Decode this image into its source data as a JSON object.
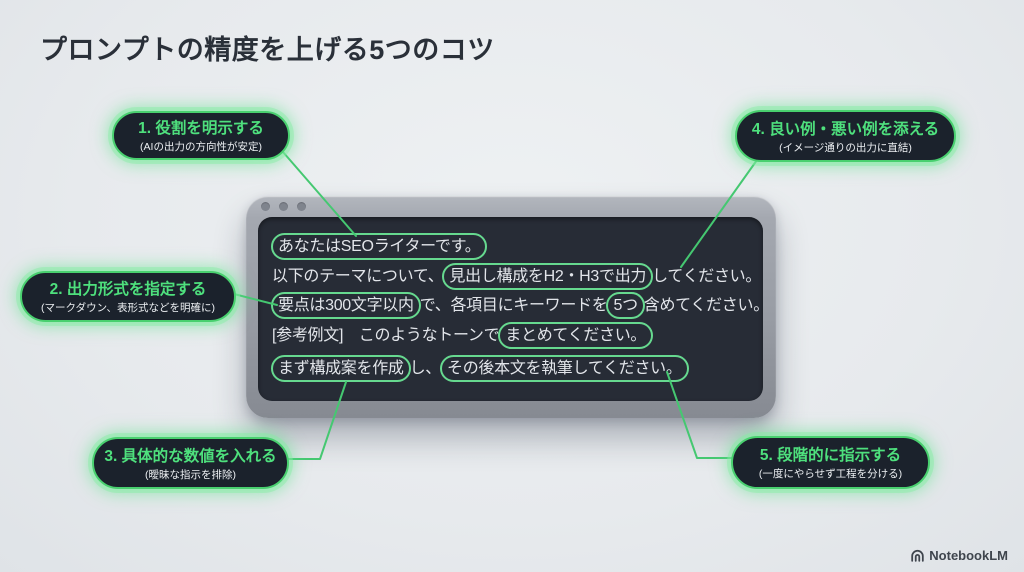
{
  "page": {
    "title": "プロンプトの精度を上げる5つのコツ"
  },
  "colors": {
    "background": "#e8ebee",
    "accent_green": "#4ee07d",
    "connector_green": "#45c871",
    "oval_stroke_green": "#66d98f",
    "bubble_background": "#1b222c",
    "terminal_panel": "#272c36",
    "terminal_text": "#e2e5ea",
    "title_text": "#2a3039"
  },
  "icons": {
    "window_dots": "three-gray-window-dots",
    "brand_logo": "notebooklm-arc-logo"
  },
  "callouts": [
    {
      "title": "1. 役割を明示する",
      "subtitle": "(AIの出力の方向性が安定)"
    },
    {
      "title": "2. 出力形式を指定する",
      "subtitle": "(マークダウン、表形式などを明確に)"
    },
    {
      "title": "3. 具体的な数値を入れる",
      "subtitle": "(曖昧な指示を排除)"
    },
    {
      "title": "4. 良い例・悪い例を添える",
      "subtitle": "(イメージ通りの出力に直結)"
    },
    {
      "title": "5. 段階的に指示する",
      "subtitle": "(一度にやらせず工程を分ける)"
    }
  ],
  "terminal": {
    "lines": [
      {
        "segments": [
          {
            "text": "あなたはSEOライターです。",
            "circled": true
          }
        ]
      },
      {
        "segments": [
          {
            "text": "以下のテーマについて、",
            "circled": false
          },
          {
            "text": "見出し構成をH2・H3で出力",
            "circled": true
          },
          {
            "text": "してください。",
            "circled": false
          }
        ]
      },
      {
        "segments": [
          {
            "text": "要点は300文字以内",
            "circled": true
          },
          {
            "text": "で、各項目にキーワードを",
            "circled": false
          },
          {
            "text": "5つ",
            "circled": true
          },
          {
            "text": "含めてください。",
            "circled": false
          }
        ]
      },
      {
        "segments": [
          {
            "text": "[参考例文]　このようなトーンで",
            "circled": false
          },
          {
            "text": "まとめてください。",
            "circled": true
          }
        ]
      },
      {
        "segments": [
          {
            "text": "まず構成案を作成",
            "circled": true
          },
          {
            "text": "し、",
            "circled": false
          },
          {
            "text": "その後本文を執筆してください。",
            "circled": true
          }
        ]
      }
    ]
  },
  "footer": {
    "brand": "NotebookLM"
  }
}
